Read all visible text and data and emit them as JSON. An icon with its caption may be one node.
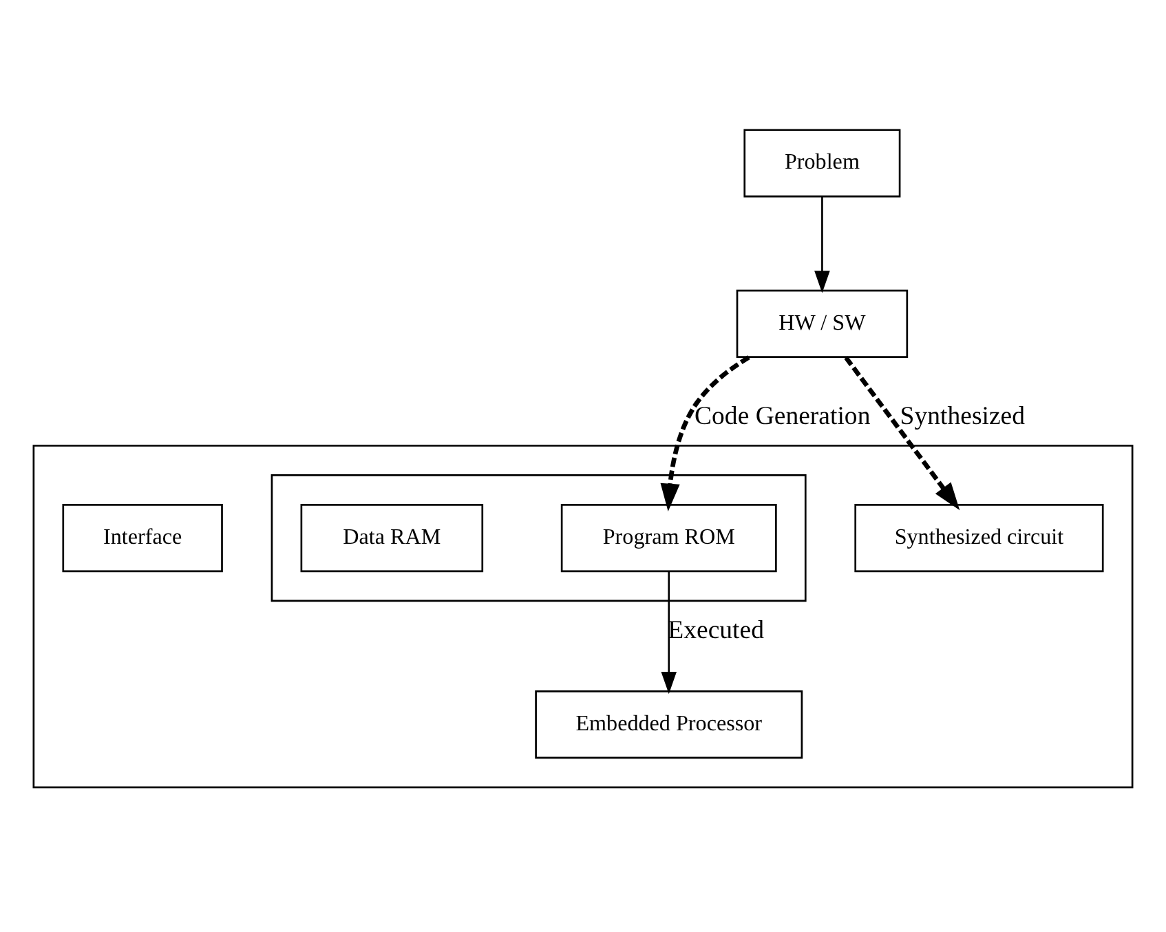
{
  "diagram": {
    "nodes": [
      {
        "text": [
          "Problem"
        ]
      },
      {
        "text": [
          "HW / SW"
        ]
      },
      {
        "text": [],
        "shape": "box"
      },
      {
        "text": [
          "Embedded Processor"
        ],
        "in": 2
      },
      {
        "text": [],
        "shape": "box",
        "in": 2
      },
      {
        "text": [
          "Program ROM"
        ],
        "in": 4
      },
      {
        "text": [
          "Data RAM"
        ],
        "in": 4
      },
      {
        "text": [
          "Synthesized circuit"
        ],
        "in": 2
      },
      {
        "text": [
          "Interface"
        ],
        "in": 2
      }
    ],
    "edges": [
      {
        "from": 0,
        "to": 1,
        "arrow": "to"
      },
      {
        "from": 1,
        "to": 5,
        "arrow": "to",
        "label": "Code Generation",
        "style": "dashed"
      },
      {
        "from": 5,
        "to": 3,
        "arrow": "to",
        "label": "Executed"
      },
      {
        "from": 1,
        "to": 7,
        "arrow": "to",
        "label": "Synthesized",
        "style": "dashed"
      }
    ]
  }
}
